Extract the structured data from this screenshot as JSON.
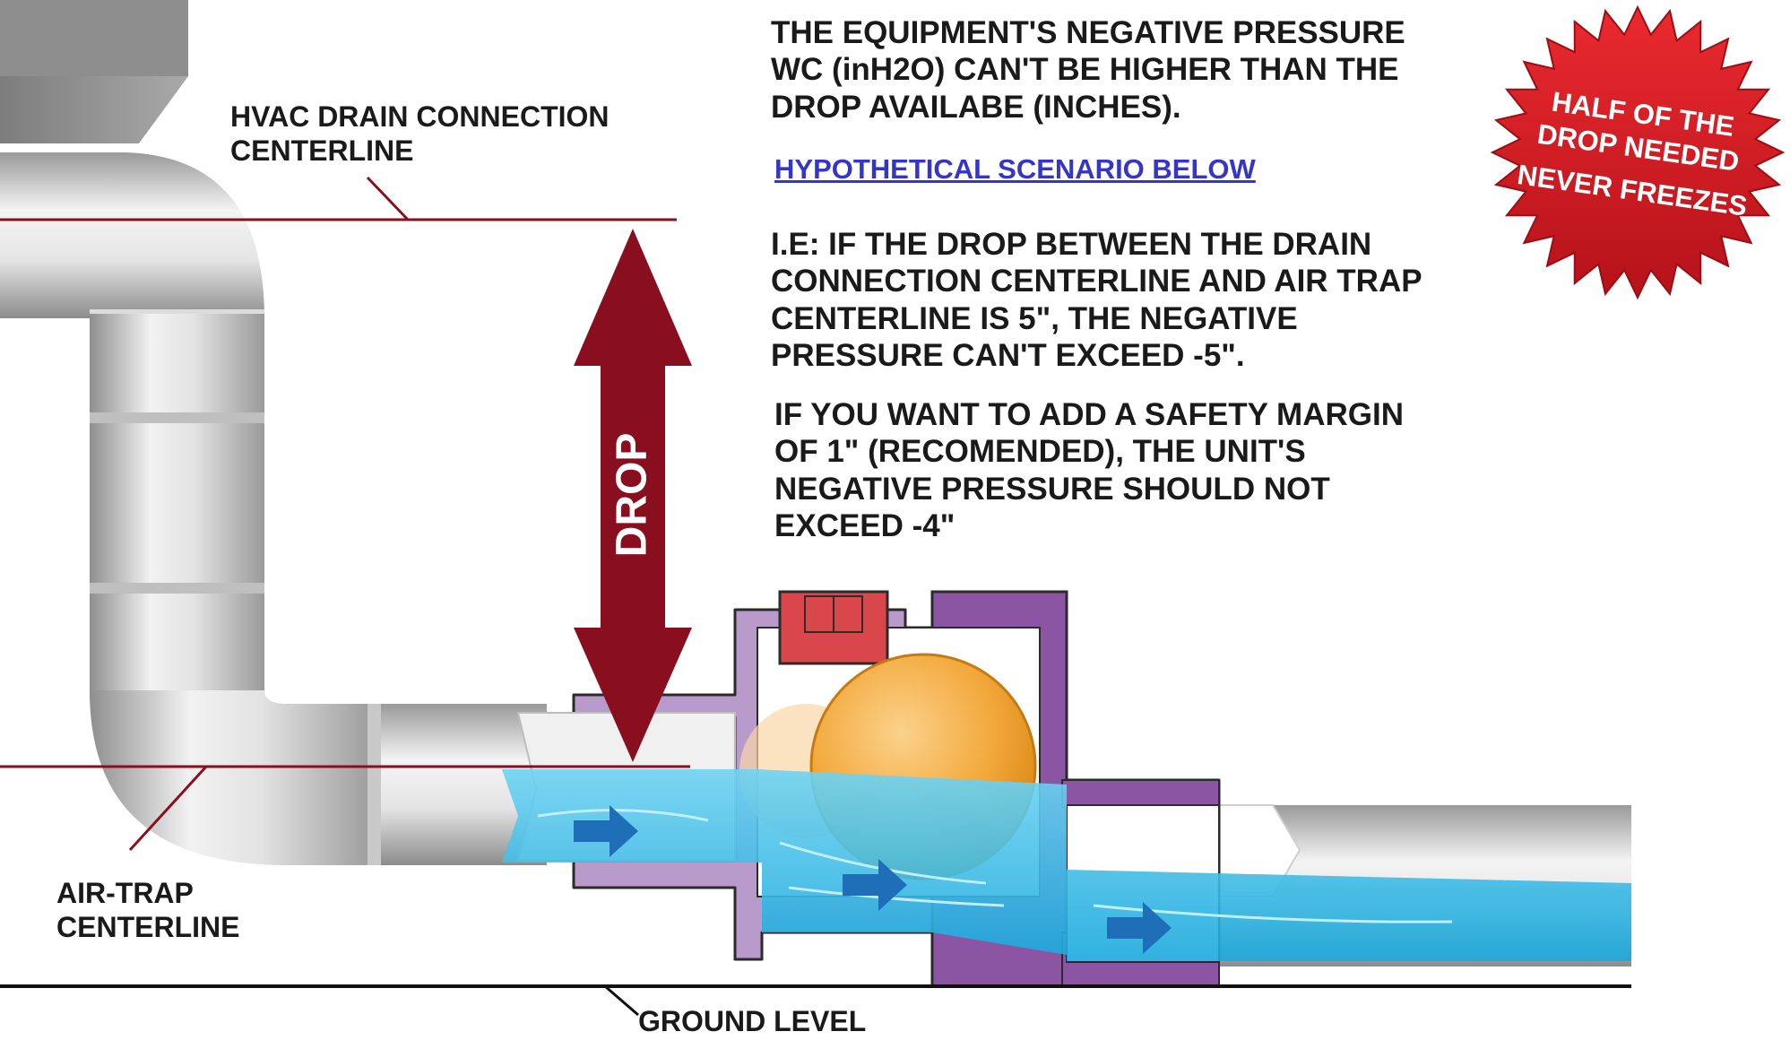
{
  "labels": {
    "hvac_line1": "HVAC DRAIN CONNECTION",
    "hvac_line2": "CENTERLINE",
    "airtrap_line1": "AIR-TRAP",
    "airtrap_line2": "CENTERLINE",
    "ground": "GROUND LEVEL",
    "drop": "DROP"
  },
  "info": {
    "p1_line1": "THE EQUIPMENT'S NEGATIVE PRESSURE",
    "p1_line2": "WC (inH2O) CAN'T BE HIGHER THAN THE",
    "p1_line3": "DROP AVAILABE (INCHES).",
    "link": "HYPOTHETICAL SCENARIO BELOW",
    "p2_line1": "I.E: IF THE DROP BETWEEN THE DRAIN",
    "p2_line2": "CONNECTION CENTERLINE AND AIR TRAP",
    "p2_line3": "CENTERLINE IS 5\", THE NEGATIVE",
    "p2_line4": "PRESSURE CAN'T EXCEED -5\".",
    "p3_line1": "IF YOU WANT TO ADD A SAFETY MARGIN",
    "p3_line2": "OF 1\" (RECOMENDED), THE UNIT'S",
    "p3_line3": "NEGATIVE PRESSURE SHOULD NOT",
    "p3_line4": "EXCEED -4\""
  },
  "badge": {
    "line1": "HALF OF THE",
    "line2": "DROP NEEDED",
    "line3": "NEVER FREEZES"
  },
  "colors": {
    "maroon": "#8a0f1e",
    "purple": "#8b55a3",
    "lavender": "#b99bcb",
    "water": "#4cc3ea",
    "ball": "#f2a83a",
    "badge_red": "#d7191f",
    "link_blue": "#3535c8"
  }
}
